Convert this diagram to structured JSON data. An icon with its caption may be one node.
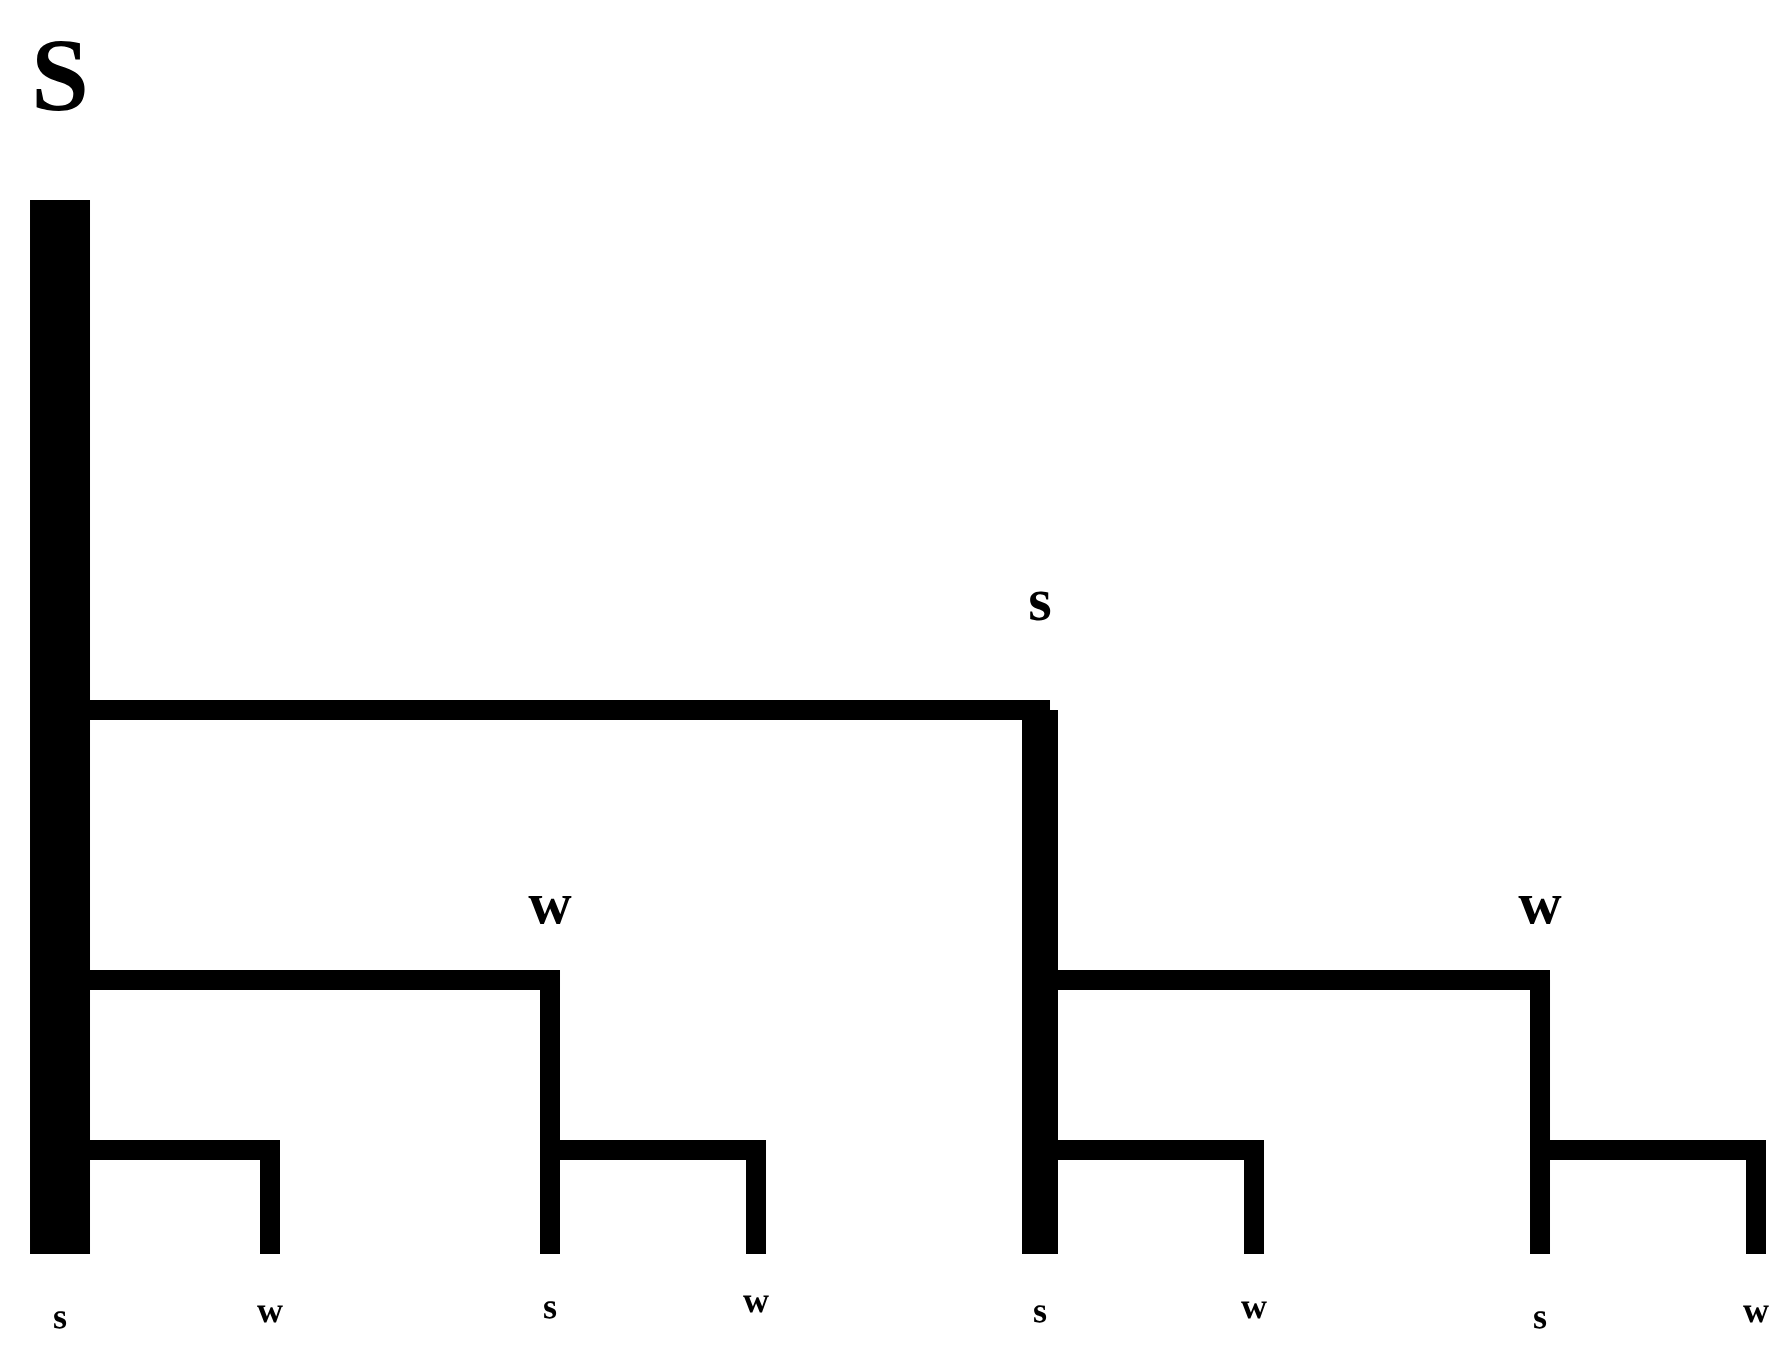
{
  "diagram": {
    "nodes": [
      {
        "text": [
          "S"
        ]
      },
      {
        "text": [
          "s"
        ]
      },
      {
        "text": [
          "w"
        ]
      },
      {
        "text": [
          "w"
        ]
      },
      {
        "text": [
          "s"
        ]
      },
      {
        "text": [
          "w"
        ]
      },
      {
        "text": [
          "s"
        ]
      },
      {
        "text": [
          "w"
        ]
      },
      {
        "text": [
          "s"
        ]
      },
      {
        "text": [
          "w"
        ]
      },
      {
        "text": [
          "s"
        ]
      },
      {
        "text": [
          "w"
        ]
      }
    ],
    "edges": [
      {
        "from": 0,
        "to": 4,
        "arrow": "none",
        "style": "thick"
      },
      {
        "from": 0,
        "to": 1,
        "arrow": "none"
      },
      {
        "from": 0,
        "to": 2,
        "arrow": "none"
      },
      {
        "from": 0,
        "to": 5,
        "arrow": "none"
      },
      {
        "from": 1,
        "to": 8,
        "arrow": "none",
        "style": "thick"
      },
      {
        "from": 1,
        "to": 3,
        "arrow": "none"
      },
      {
        "from": 1,
        "to": 9,
        "arrow": "none"
      },
      {
        "from": 2,
        "to": 6,
        "arrow": "none"
      },
      {
        "from": 2,
        "to": 7,
        "arrow": "none"
      },
      {
        "from": 3,
        "to": 10,
        "arrow": "none"
      },
      {
        "from": 3,
        "to": 11,
        "arrow": "none"
      }
    ]
  }
}
